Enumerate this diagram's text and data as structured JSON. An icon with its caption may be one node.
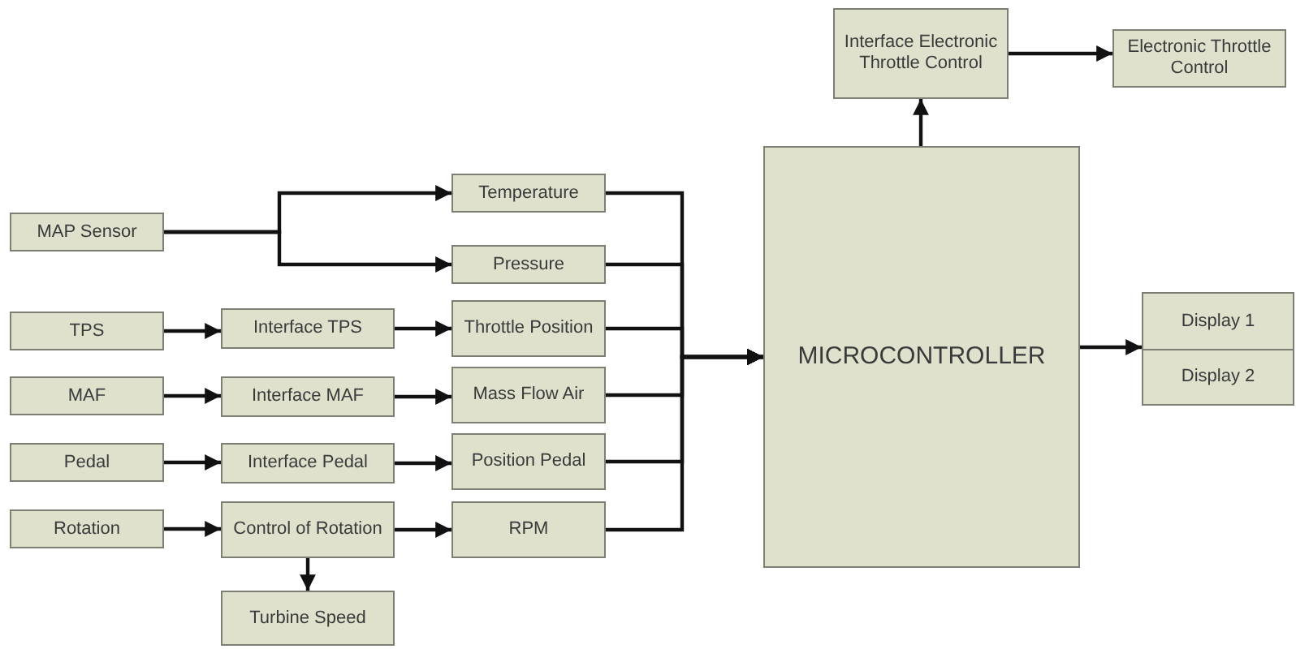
{
  "diagram": {
    "nodes": [
      {
        "text": [
          "MAP Sensor"
        ]
      },
      {
        "text": [
          "Temperature"
        ]
      },
      {
        "text": [
          "Pressure"
        ]
      },
      {
        "text": [
          "TPS"
        ]
      },
      {
        "text": [
          "Interface TPS"
        ]
      },
      {
        "text": [
          "Throttle Position"
        ]
      },
      {
        "text": [
          "MAF"
        ]
      },
      {
        "text": [
          "Interface MAF"
        ]
      },
      {
        "text": [
          "Mass Flow Air"
        ]
      },
      {
        "text": [
          "Pedal"
        ]
      },
      {
        "text": [
          "Interface Pedal"
        ]
      },
      {
        "text": [
          "Position Pedal"
        ]
      },
      {
        "text": [
          "Rotation"
        ]
      },
      {
        "text": [
          "Control of Rotation"
        ]
      },
      {
        "text": [
          "RPM"
        ]
      },
      {
        "text": [
          "Turbine Speed"
        ]
      },
      {
        "text": [
          "MICROCONTROLLER"
        ]
      },
      {
        "text": [
          "Interface Electronic Throttle Control"
        ]
      },
      {
        "text": [
          "Electronic Throttle Control"
        ]
      },
      {
        "text": [
          "Display 1"
        ]
      },
      {
        "text": [
          "Display 2"
        ]
      }
    ],
    "edges": [
      {
        "from": 0,
        "to": 1,
        "arrow": "to"
      },
      {
        "from": 0,
        "to": 2,
        "arrow": "to"
      },
      {
        "from": 3,
        "to": 4,
        "arrow": "to"
      },
      {
        "from": 4,
        "to": 5,
        "arrow": "to"
      },
      {
        "from": 6,
        "to": 7,
        "arrow": "to"
      },
      {
        "from": 7,
        "to": 8,
        "arrow": "to"
      },
      {
        "from": 9,
        "to": 10,
        "arrow": "to"
      },
      {
        "from": 10,
        "to": 11,
        "arrow": "to"
      },
      {
        "from": 12,
        "to": 13,
        "arrow": "to"
      },
      {
        "from": 13,
        "to": 14,
        "arrow": "to"
      },
      {
        "from": 13,
        "to": 15,
        "arrow": "to"
      },
      {
        "from": 1,
        "to": 16,
        "arrow": "to"
      },
      {
        "from": 2,
        "to": 16,
        "arrow": "to"
      },
      {
        "from": 5,
        "to": 16,
        "arrow": "to"
      },
      {
        "from": 8,
        "to": 16,
        "arrow": "to"
      },
      {
        "from": 11,
        "to": 16,
        "arrow": "to"
      },
      {
        "from": 14,
        "to": 16,
        "arrow": "to"
      },
      {
        "from": 16,
        "to": 17,
        "arrow": "to"
      },
      {
        "from": 17,
        "to": 18,
        "arrow": "to"
      },
      {
        "from": 16,
        "to": 19,
        "arrow": "to"
      }
    ]
  }
}
